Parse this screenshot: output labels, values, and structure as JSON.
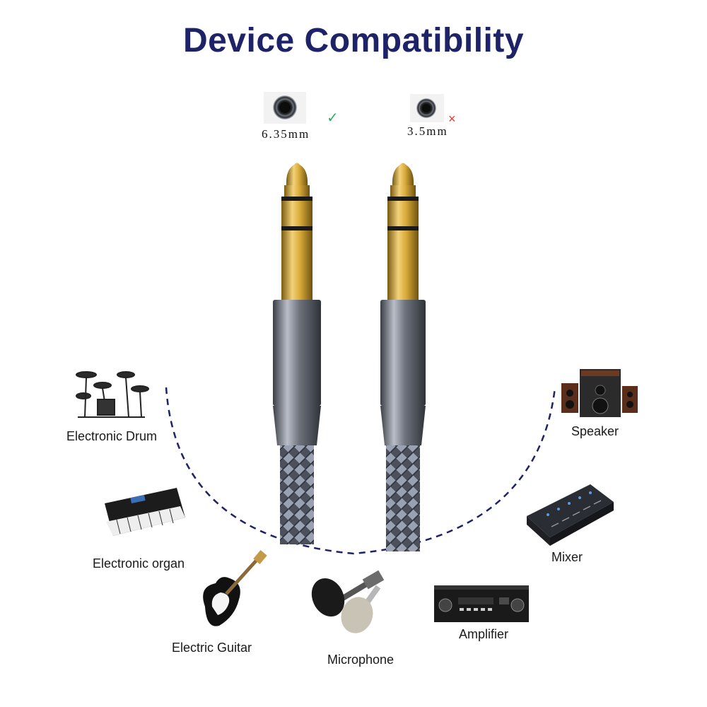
{
  "title": "Device Compatibility",
  "jacks": {
    "compatible": {
      "label": "6.35mm",
      "mark": "✓",
      "mark_color": "#2fae6b"
    },
    "incompatible": {
      "label": "3.5mm",
      "mark": "×",
      "mark_color": "#e23a3a"
    }
  },
  "devices": {
    "electronic_drum": "Electronic Drum",
    "speaker": "Speaker",
    "electronic_organ": "Electronic organ",
    "mixer": "Mixer",
    "electric_guitar": "Electric Guitar",
    "microphone": "Microphone",
    "amplifier": "Amplifier"
  },
  "colors": {
    "title": "#1d2366",
    "dashed_arc": "#1d2366",
    "gold": "#c9a23b",
    "sleeve": "#5c6068",
    "braid": "#6a7080"
  }
}
